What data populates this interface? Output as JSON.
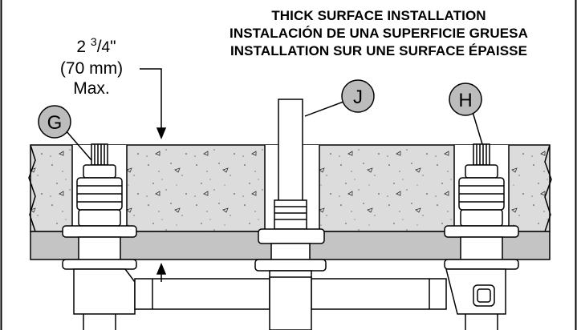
{
  "title": {
    "line1": "THICK SURFACE INSTALLATION",
    "line2": "INSTALACIÓN DE UNA SUPERFICIE GRUESA",
    "line3": "INSTALLATION SUR UNE SURFACE ÉPAISSE"
  },
  "dimension": {
    "imperial_whole": "2 ",
    "imperial_num": "3",
    "imperial_sep": "/",
    "imperial_den": "4",
    "imperial_unit": "\"",
    "metric": "(70 mm)",
    "qualifier": "Max."
  },
  "callouts": {
    "left_valve": "G",
    "spout": "J",
    "right_valve": "H"
  },
  "colors": {
    "surface": "#dcdcdc",
    "mounting_plate": "#c4c4c4",
    "outline": "#000000",
    "callout_fill": "#bcbcbc",
    "metal": "#ffffff"
  }
}
